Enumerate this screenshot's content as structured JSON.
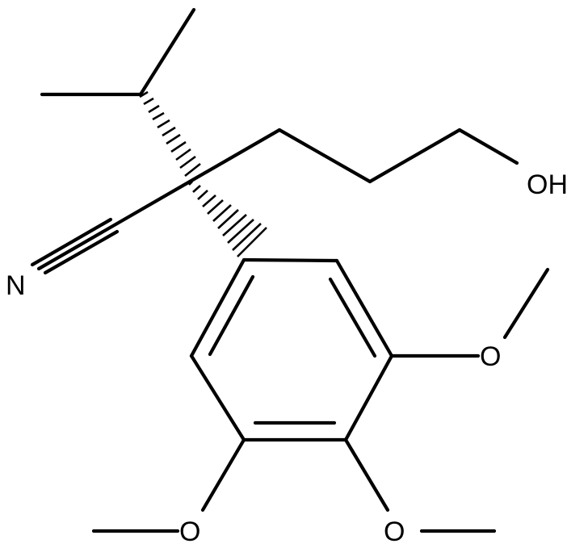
{
  "molecule": {
    "atom_labels": {
      "hydroxyl": "OH",
      "nitrile_nitrogen": "N",
      "methoxy_top": "O",
      "methoxy_bottom_right": "O",
      "methoxy_bottom_left": "O"
    }
  }
}
